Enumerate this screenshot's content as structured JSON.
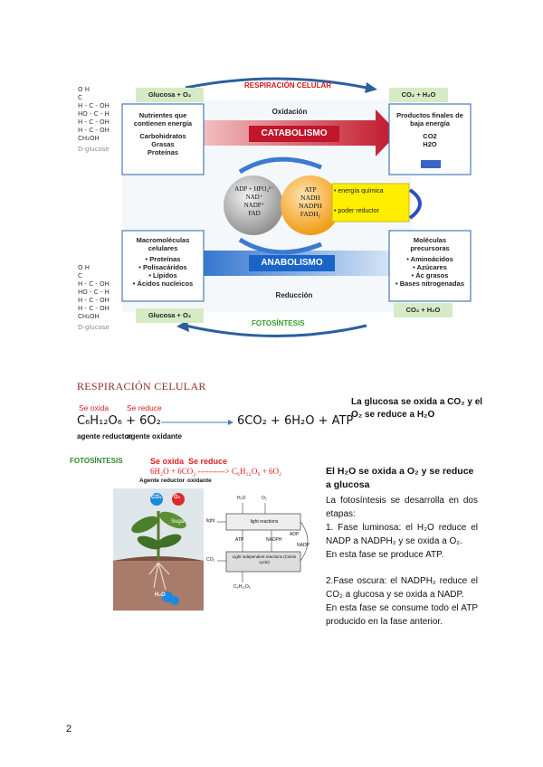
{
  "diagram": {
    "respiracion_label": "RESPIRACIÓN CELULAR",
    "fotosintesis_label": "FOTOSÍNTESIS",
    "glucosa_top": "Glucosa + O₂",
    "glucosa_bottom": "Glucosa + O₂",
    "co2_top": "CO₂ + H₂O",
    "co2_bottom": "CO₂ + H₂O",
    "oxidacion": "Oxidación",
    "reduccion": "Reducción",
    "catabolismo": "CATABOLISMO",
    "anabolismo": "ANABOLISMO",
    "nutrientes": [
      "Nutrientes que",
      "contienen energía",
      "",
      "Carbohidratos",
      "Grasas",
      "Proteínas"
    ],
    "productos": [
      "Productos finales de",
      "baja energía",
      "",
      "CO2",
      "H2O"
    ],
    "macromoleculas": [
      "Macromoléculas",
      "celulares",
      "",
      "• Proteínas",
      "• Polisacáridos",
      "• Lípidos",
      "• Ácidos nucleicos"
    ],
    "precursoras": [
      "Moléculas",
      "precursoras",
      "",
      "• Aminoácidos",
      "• Azúcares",
      "• Ác grasos",
      "• Bases nitrogenadas"
    ],
    "grey_circle": [
      "ADP + HPO₄²⁻",
      "NAD⁺",
      "NADP⁺",
      "FAD"
    ],
    "orange_circle": [
      "ATP",
      "NADH",
      "NADPH",
      "FADH₂"
    ],
    "energia_quimica": "• energía química",
    "poder_reductor": "• poder reductor",
    "glucose_top_lines": [
      "O  H",
      "  C",
      "H - C - OH",
      "HO - C - H",
      "H - C - OH",
      "H - C - OH",
      "   CH₂OH",
      "D-glucose"
    ],
    "glucose_bottom_lines": [
      "O  H",
      "  C",
      "H - C - OH",
      "HO - C - H",
      "H - C - OH",
      "H - C - OH",
      "   CH₂OH",
      "D-glucose"
    ]
  },
  "section_title": "RESPIRACIÓN CELULAR",
  "equation1": {
    "se_oxida": "Se oxida",
    "se_reduce": "Se reduce",
    "left": "C₆H₁₂O₆ + 6O₂",
    "right": "6CO₂ + 6H₂O + ATP",
    "agente_reductor": "agente reductor",
    "agente_oxidante": "agente oxidante",
    "note": "La glucosa se oxida a CO₂ y el O₂ se reduce a H₂O"
  },
  "photo": {
    "label": "FOTOSÍNTESIS",
    "se_oxida": "Se oxida",
    "se_reduce": "Se reduce",
    "equation": "6H₂O + 6CO₂ ----------> C₆H₁₂O₆ + 6O₂",
    "agente_reductor": "Agente reductor",
    "oxidante": "oxidante",
    "plant_co2": "CO₂",
    "plant_o2": "O₂",
    "plant_h2o": "H₂O",
    "plant_sugar": "Sugar",
    "scheme_h2o": "H₂O",
    "scheme_o2": "O₂",
    "scheme_light": "light",
    "scheme_light_reactions": "light reactions",
    "scheme_atp": "ATP",
    "scheme_nadph": "NADPH",
    "scheme_adp": "ADP",
    "scheme_nadp": "NADP",
    "scheme_co2": "CO₂",
    "scheme_calvin": "Light independent reactions (Calvin cycle)",
    "scheme_sugar": "C₆H₁₂O₆"
  },
  "right_text": {
    "heading": "El H₂O se oxida a O₂ y se reduce a glucosa",
    "p1": "La fotosíntesis se desarrolla en dos etapas:",
    "p2": "1. Fase luminosa: el H₂O reduce el NADP a NADPH₂ y se oxida a O₂.",
    "p3": "En esta fase se produce ATP.",
    "p4": "2.Fase oscura: el NADPH₂ reduce el CO₂ a glucosa y se oxida a NADP.",
    "p5": "En esta fase se consume todo el ATP producido en la fase anterior."
  },
  "page_number": "2"
}
